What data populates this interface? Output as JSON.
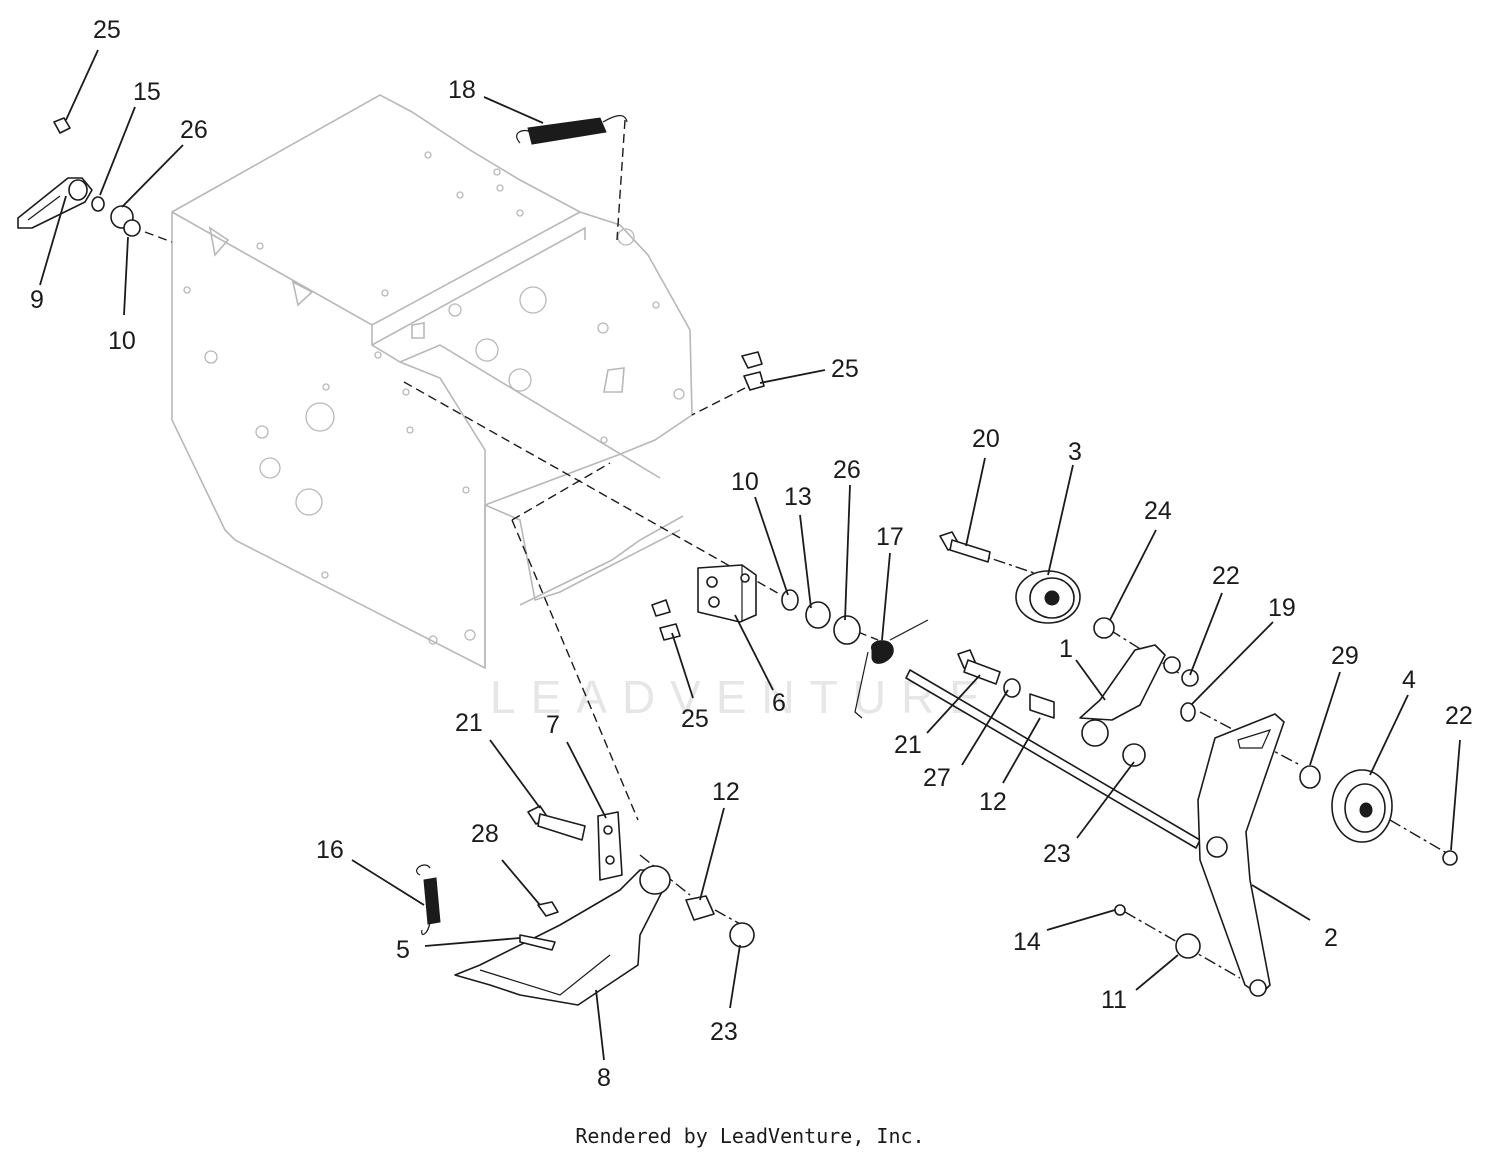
{
  "watermark": "LEADVENTURE",
  "footer": "Rendered by LeadVenture, Inc.",
  "callouts": [
    {
      "id": "c1",
      "text": "25"
    },
    {
      "id": "c2",
      "text": "15"
    },
    {
      "id": "c3",
      "text": "26"
    },
    {
      "id": "c4",
      "text": "9"
    },
    {
      "id": "c5",
      "text": "10"
    },
    {
      "id": "c6",
      "text": "18"
    },
    {
      "id": "c7",
      "text": "25"
    },
    {
      "id": "c8",
      "text": "20"
    },
    {
      "id": "c9",
      "text": "3"
    },
    {
      "id": "c10",
      "text": "10"
    },
    {
      "id": "c11",
      "text": "13"
    },
    {
      "id": "c12",
      "text": "26"
    },
    {
      "id": "c13",
      "text": "17"
    },
    {
      "id": "c14",
      "text": "24"
    },
    {
      "id": "c15",
      "text": "22"
    },
    {
      "id": "c16",
      "text": "19"
    },
    {
      "id": "c17",
      "text": "1"
    },
    {
      "id": "c18",
      "text": "29"
    },
    {
      "id": "c19",
      "text": "4"
    },
    {
      "id": "c20",
      "text": "22"
    },
    {
      "id": "c21",
      "text": "25"
    },
    {
      "id": "c22",
      "text": "6"
    },
    {
      "id": "c23",
      "text": "21"
    },
    {
      "id": "c24",
      "text": "27"
    },
    {
      "id": "c25",
      "text": "12"
    },
    {
      "id": "c26",
      "text": "23"
    },
    {
      "id": "c27",
      "text": "21"
    },
    {
      "id": "c28",
      "text": "7"
    },
    {
      "id": "c29",
      "text": "12"
    },
    {
      "id": "c30",
      "text": "28"
    },
    {
      "id": "c31",
      "text": "16"
    },
    {
      "id": "c32",
      "text": "5"
    },
    {
      "id": "c33",
      "text": "23"
    },
    {
      "id": "c34",
      "text": "8"
    },
    {
      "id": "c35",
      "text": "14"
    },
    {
      "id": "c36",
      "text": "11"
    },
    {
      "id": "c37",
      "text": "2"
    }
  ]
}
